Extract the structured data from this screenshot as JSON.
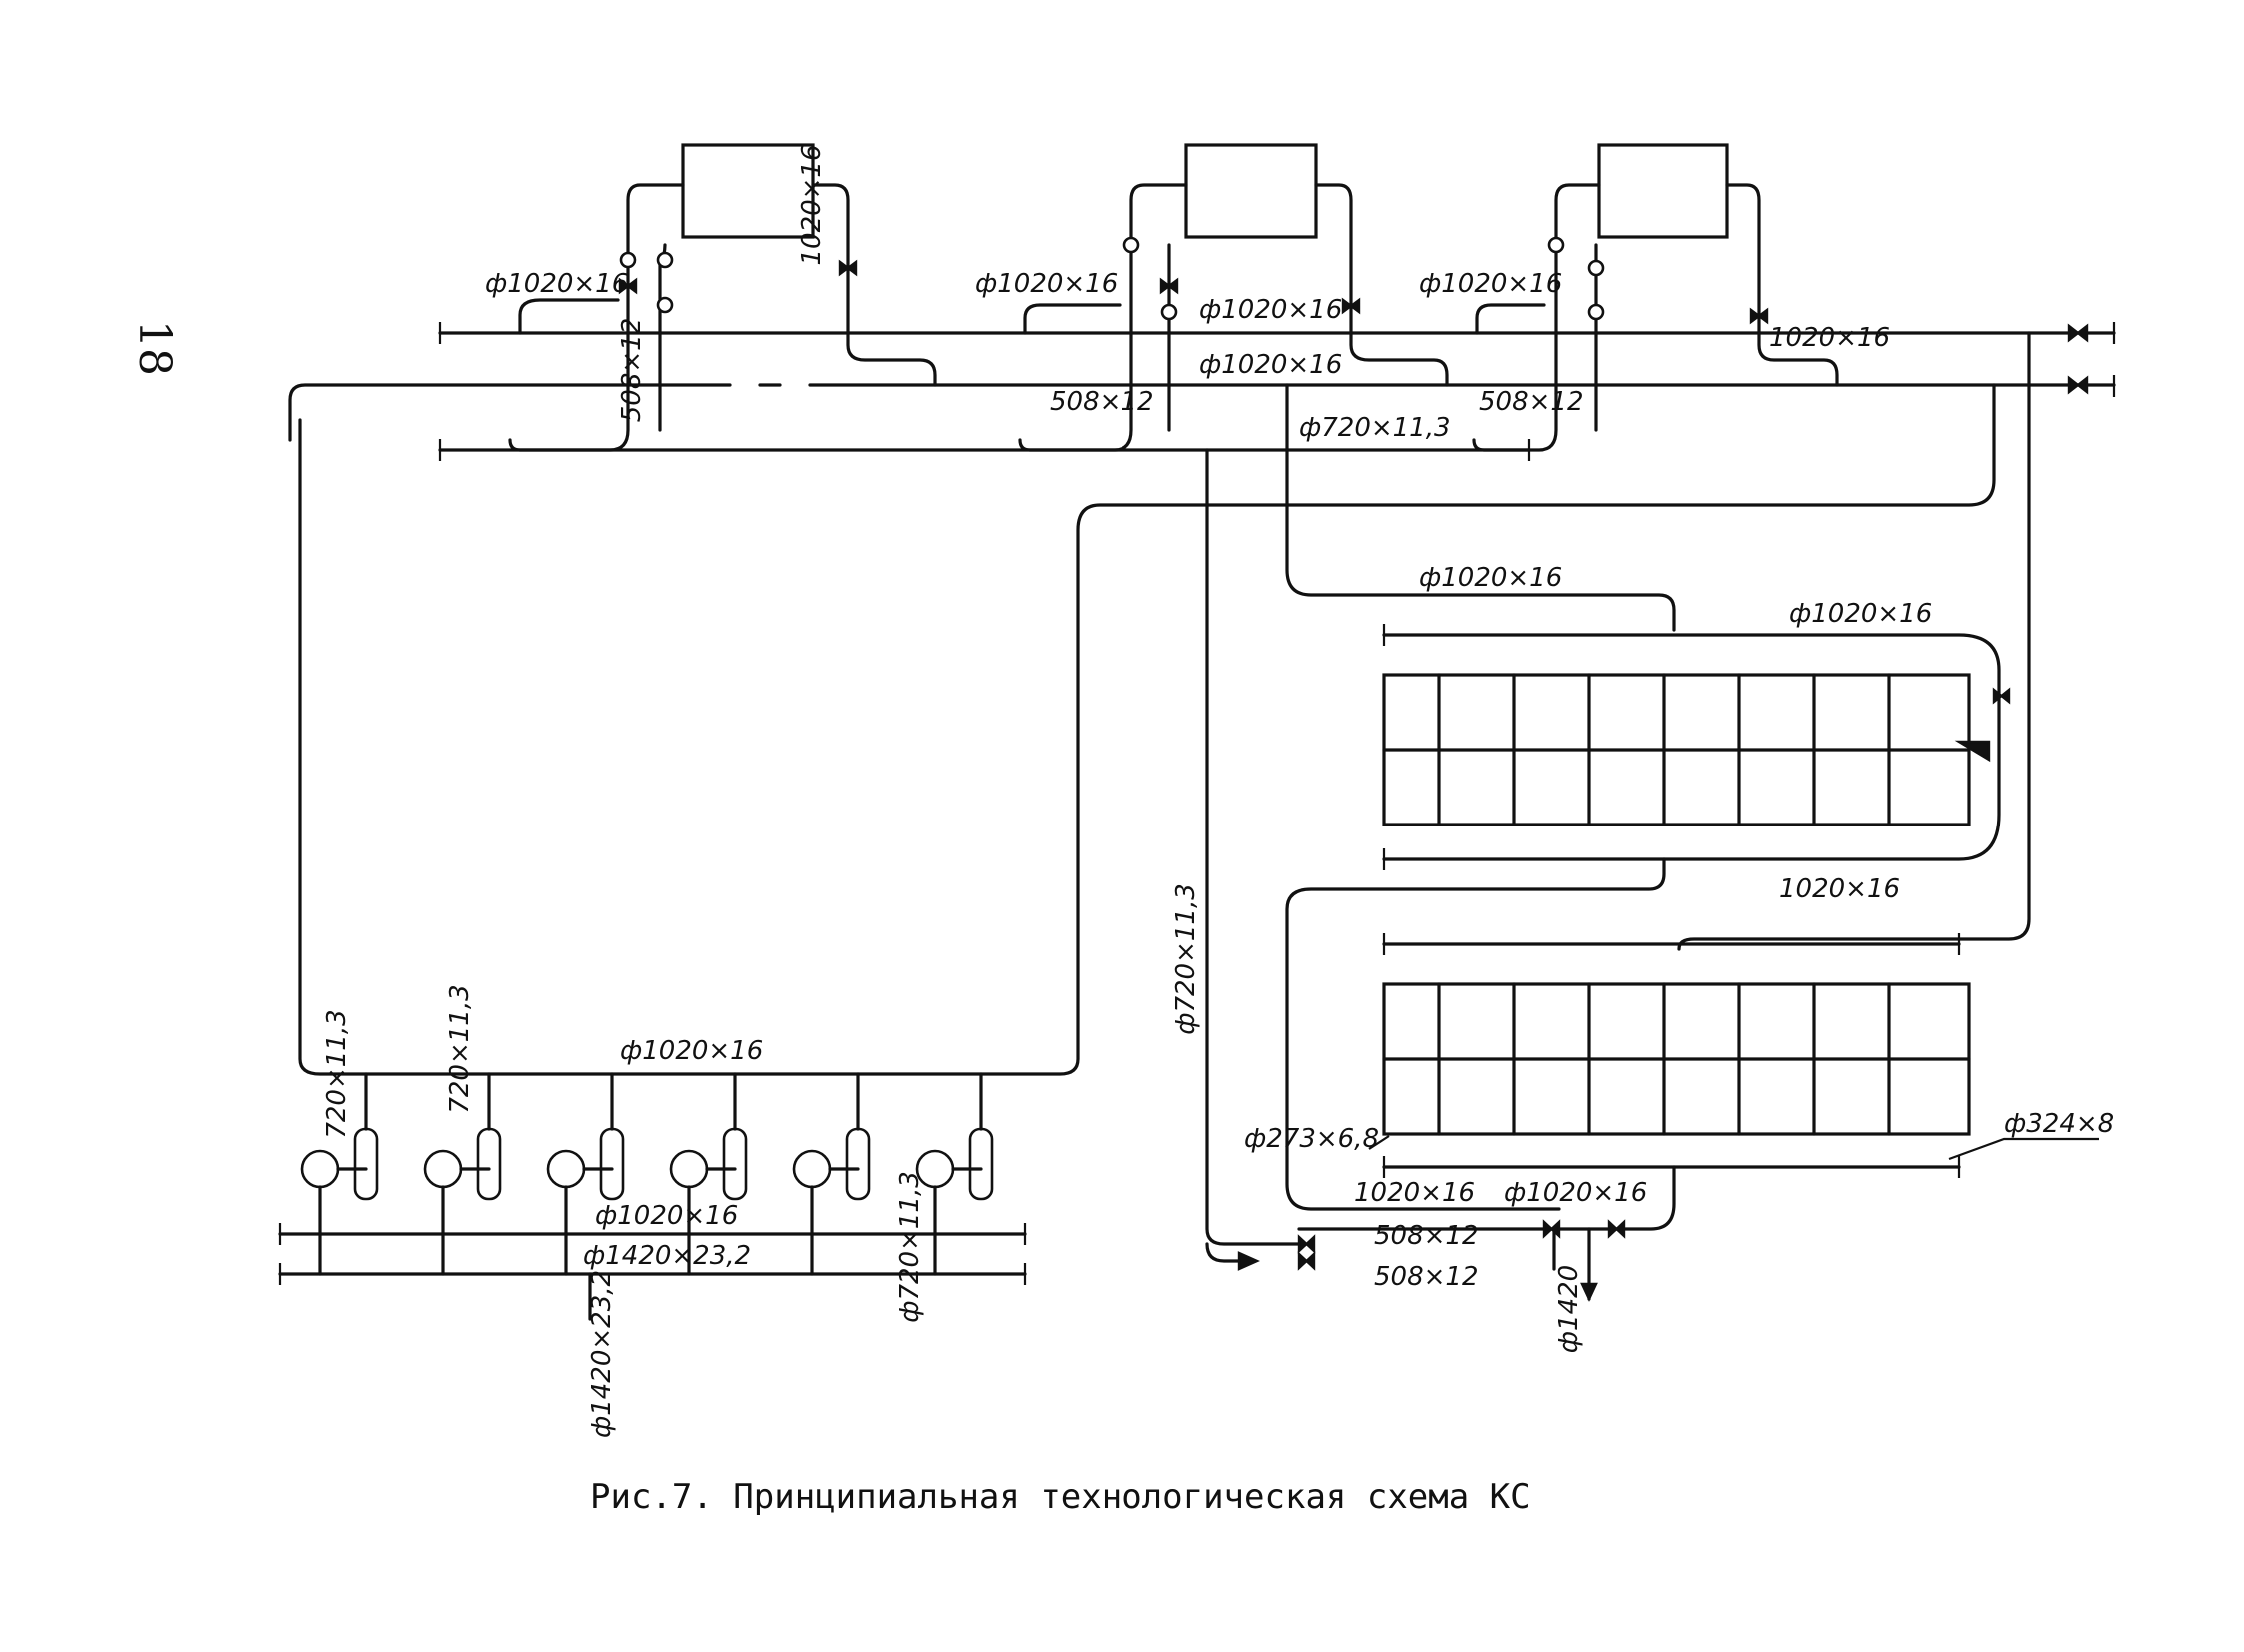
{
  "page_number": "18",
  "caption": "Рис.7. Принципиальная технологическая схема КС",
  "labels": {
    "t1": "ф1020×16",
    "t2": "1020×16",
    "t3": "508×12",
    "t4": "ф1020×16",
    "t5": "ф1020×16",
    "t6": "ф1020×16",
    "t7": "508×12",
    "t8": "ф1020×16",
    "t9": "508×12",
    "t10": "1020×16",
    "t11": "ф720×11,3",
    "b1": "ф1020×16",
    "b2": "ф1020×16",
    "b3": "1020×16",
    "v1": "ф720×11,3",
    "f1": "ф273×6,8",
    "f2": "ф324×8",
    "f3": "1020×16",
    "f4": "ф1020×16",
    "f5": "508×12",
    "f6": "508×12",
    "f7": "ф1420",
    "s1": "720×11,3",
    "s2": "720×11,3",
    "s3": "ф1020×16",
    "s4": "ф1020×16",
    "s5": "ф1420×23,2",
    "s6": "ф720×11,3",
    "s7": "ф1420×23,2"
  }
}
